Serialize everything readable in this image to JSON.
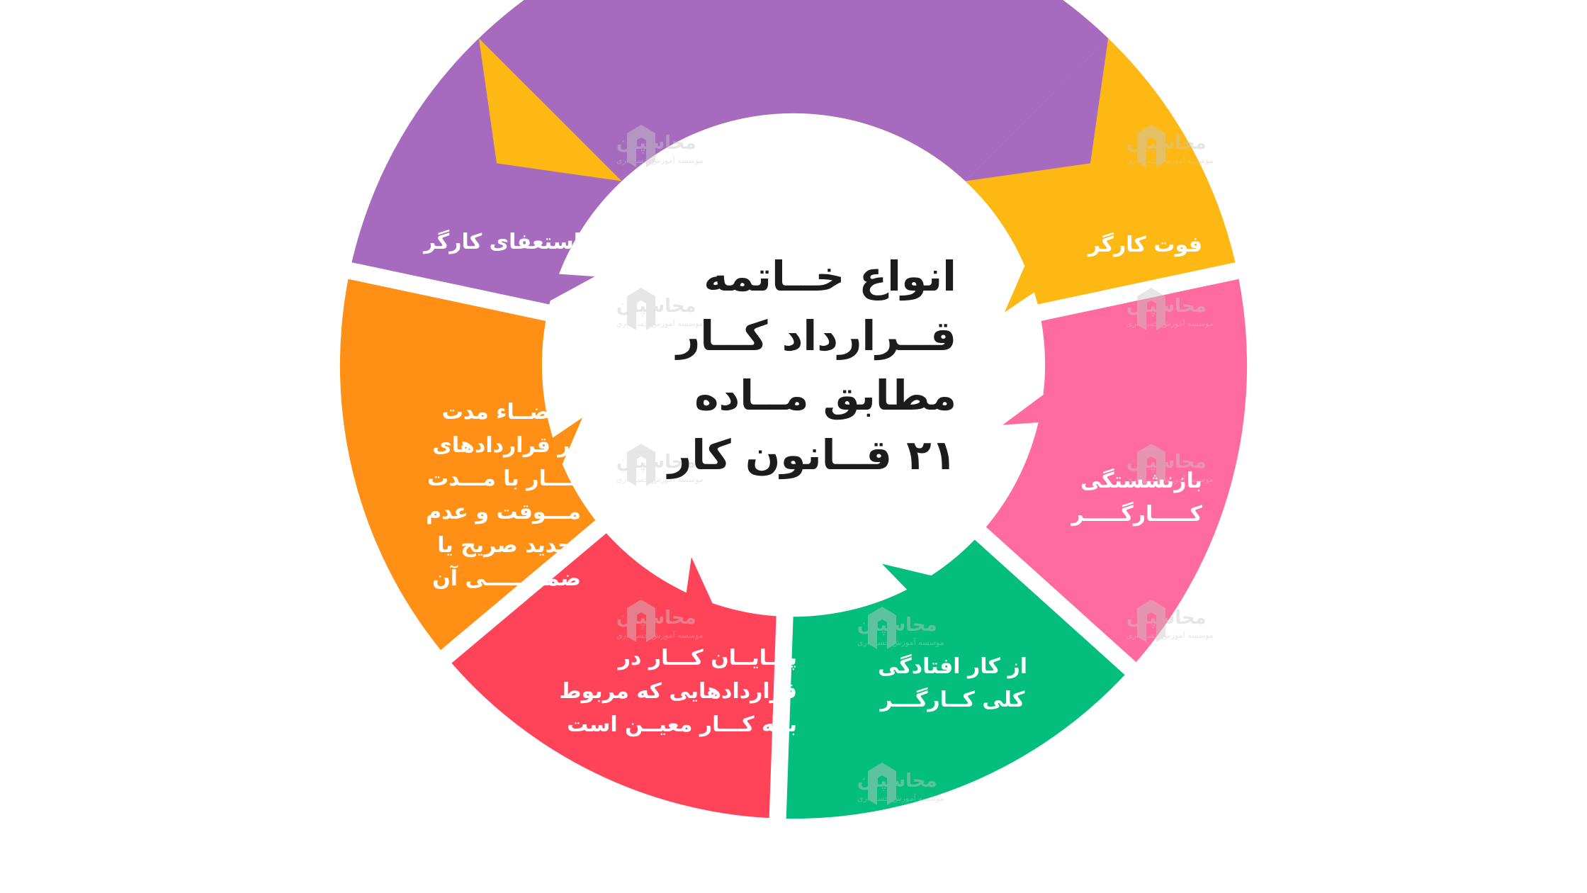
{
  "title": {
    "lines": [
      "انواع خــاتمه",
      "قــرارداد کــار",
      "مطابق مــاده",
      "۲۱ قــانون کار"
    ]
  },
  "segments": [
    {
      "id": "death",
      "color": "#FDB813",
      "lines": [
        "فوت کارگر"
      ]
    },
    {
      "id": "retirement",
      "color": "#FF6B9E",
      "lines": [
        "بازنشستگی",
        "کـــــارگـــــر"
      ]
    },
    {
      "id": "disability",
      "color": "#04BE7D",
      "lines": [
        "از کار افتادگی",
        "کلی کــارگـــر"
      ]
    },
    {
      "id": "specific-work",
      "color": "#FF4358",
      "lines": [
        "پـــایــان کـــار در",
        "قراردادهایی که مربوط",
        "بــه کـــار معیــن است"
      ]
    },
    {
      "id": "term-expiry",
      "color": "#FF9015",
      "lines": [
        "انقضــاء مدت",
        "در قراردادهای",
        "کـــار با مـــدت",
        "مـــوقت و عدم",
        "تجدید صریح یا",
        "ضمنـــــــی آن"
      ]
    },
    {
      "id": "resignation",
      "color": "#A66BBE",
      "lines": [
        "استعفای کارگر"
      ]
    }
  ],
  "watermark": {
    "brand": "محاسپان",
    "tagline": "موسسه آموزش حسابداری",
    "color": "#c9c9c9"
  }
}
